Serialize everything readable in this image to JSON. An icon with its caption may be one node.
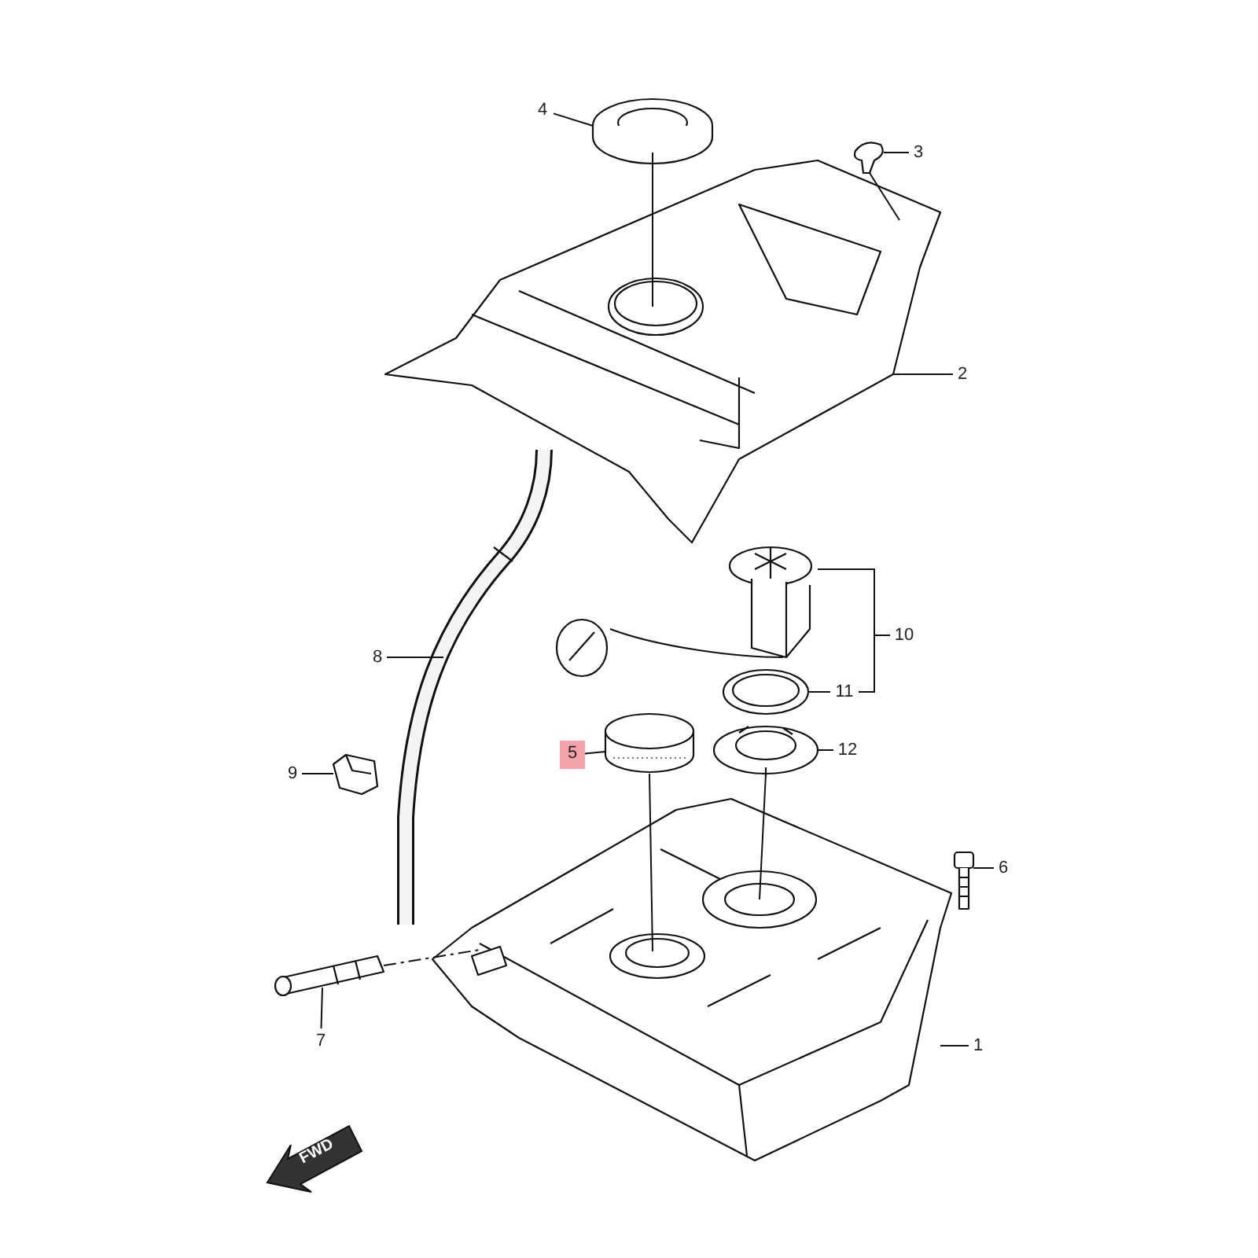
{
  "diagram": {
    "nodes": [
      {
        "text": [
          "4"
        ]
      },
      {
        "text": [],
        "shape": "picture"
      },
      {
        "text": [
          "3"
        ]
      },
      {
        "text": [],
        "shape": "picture"
      },
      {
        "text": [],
        "shape": "picture"
      },
      {
        "text": [
          "2"
        ]
      },
      {
        "text": [],
        "shape": "picture"
      },
      {
        "text": [],
        "shape": "picture"
      },
      {
        "text": [
          "10"
        ]
      },
      {
        "text": [
          "8"
        ]
      },
      {
        "text": [],
        "shape": "picture"
      },
      {
        "text": [
          "11"
        ]
      },
      {
        "text": [],
        "shape": "picture"
      },
      {
        "text": [
          "5"
        ]
      },
      {
        "text": [],
        "shape": "picture"
      },
      {
        "text": [
          "12"
        ]
      },
      {
        "text": [
          "9"
        ]
      },
      {
        "text": [],
        "shape": "picture"
      },
      {
        "text": [
          "6"
        ]
      },
      {
        "text": [],
        "shape": "picture"
      },
      {
        "text": [],
        "shape": "picture"
      },
      {
        "text": [],
        "shape": "picture"
      },
      {
        "text": [
          "7"
        ]
      },
      {
        "text": [
          "1"
        ]
      }
    ],
    "edges": [
      {
        "from": 0,
        "to": 1,
        "arrow": "none"
      },
      {
        "from": 2,
        "to": 3,
        "arrow": "none"
      },
      {
        "from": 5,
        "to": 4,
        "arrow": "none"
      },
      {
        "from": 8,
        "to": 7,
        "arrow": "none"
      },
      {
        "from": 9,
        "to": 6,
        "arrow": "none"
      },
      {
        "from": 11,
        "to": 10,
        "arrow": "none"
      },
      {
        "from": 13,
        "to": 12,
        "arrow": "none"
      },
      {
        "from": 15,
        "to": 14,
        "arrow": "none"
      },
      {
        "from": 16,
        "to": 17,
        "arrow": "none"
      },
      {
        "from": 18,
        "to": 19,
        "arrow": "none"
      },
      {
        "from": 22,
        "to": 21,
        "arrow": "none"
      },
      {
        "from": 23,
        "to": 20,
        "arrow": "none"
      },
      {
        "from": 1,
        "to": 4,
        "arrow": "none"
      },
      {
        "from": 3,
        "to": 4,
        "arrow": "none"
      },
      {
        "from": 12,
        "to": 20,
        "arrow": "none"
      },
      {
        "from": 14,
        "to": 20,
        "arrow": "none"
      },
      {
        "from": 21,
        "to": 20,
        "arrow": "none",
        "style": "dashed"
      },
      {
        "from": 8,
        "to": 11,
        "arrow": "none"
      }
    ],
    "labels": [
      "FWD"
    ]
  }
}
